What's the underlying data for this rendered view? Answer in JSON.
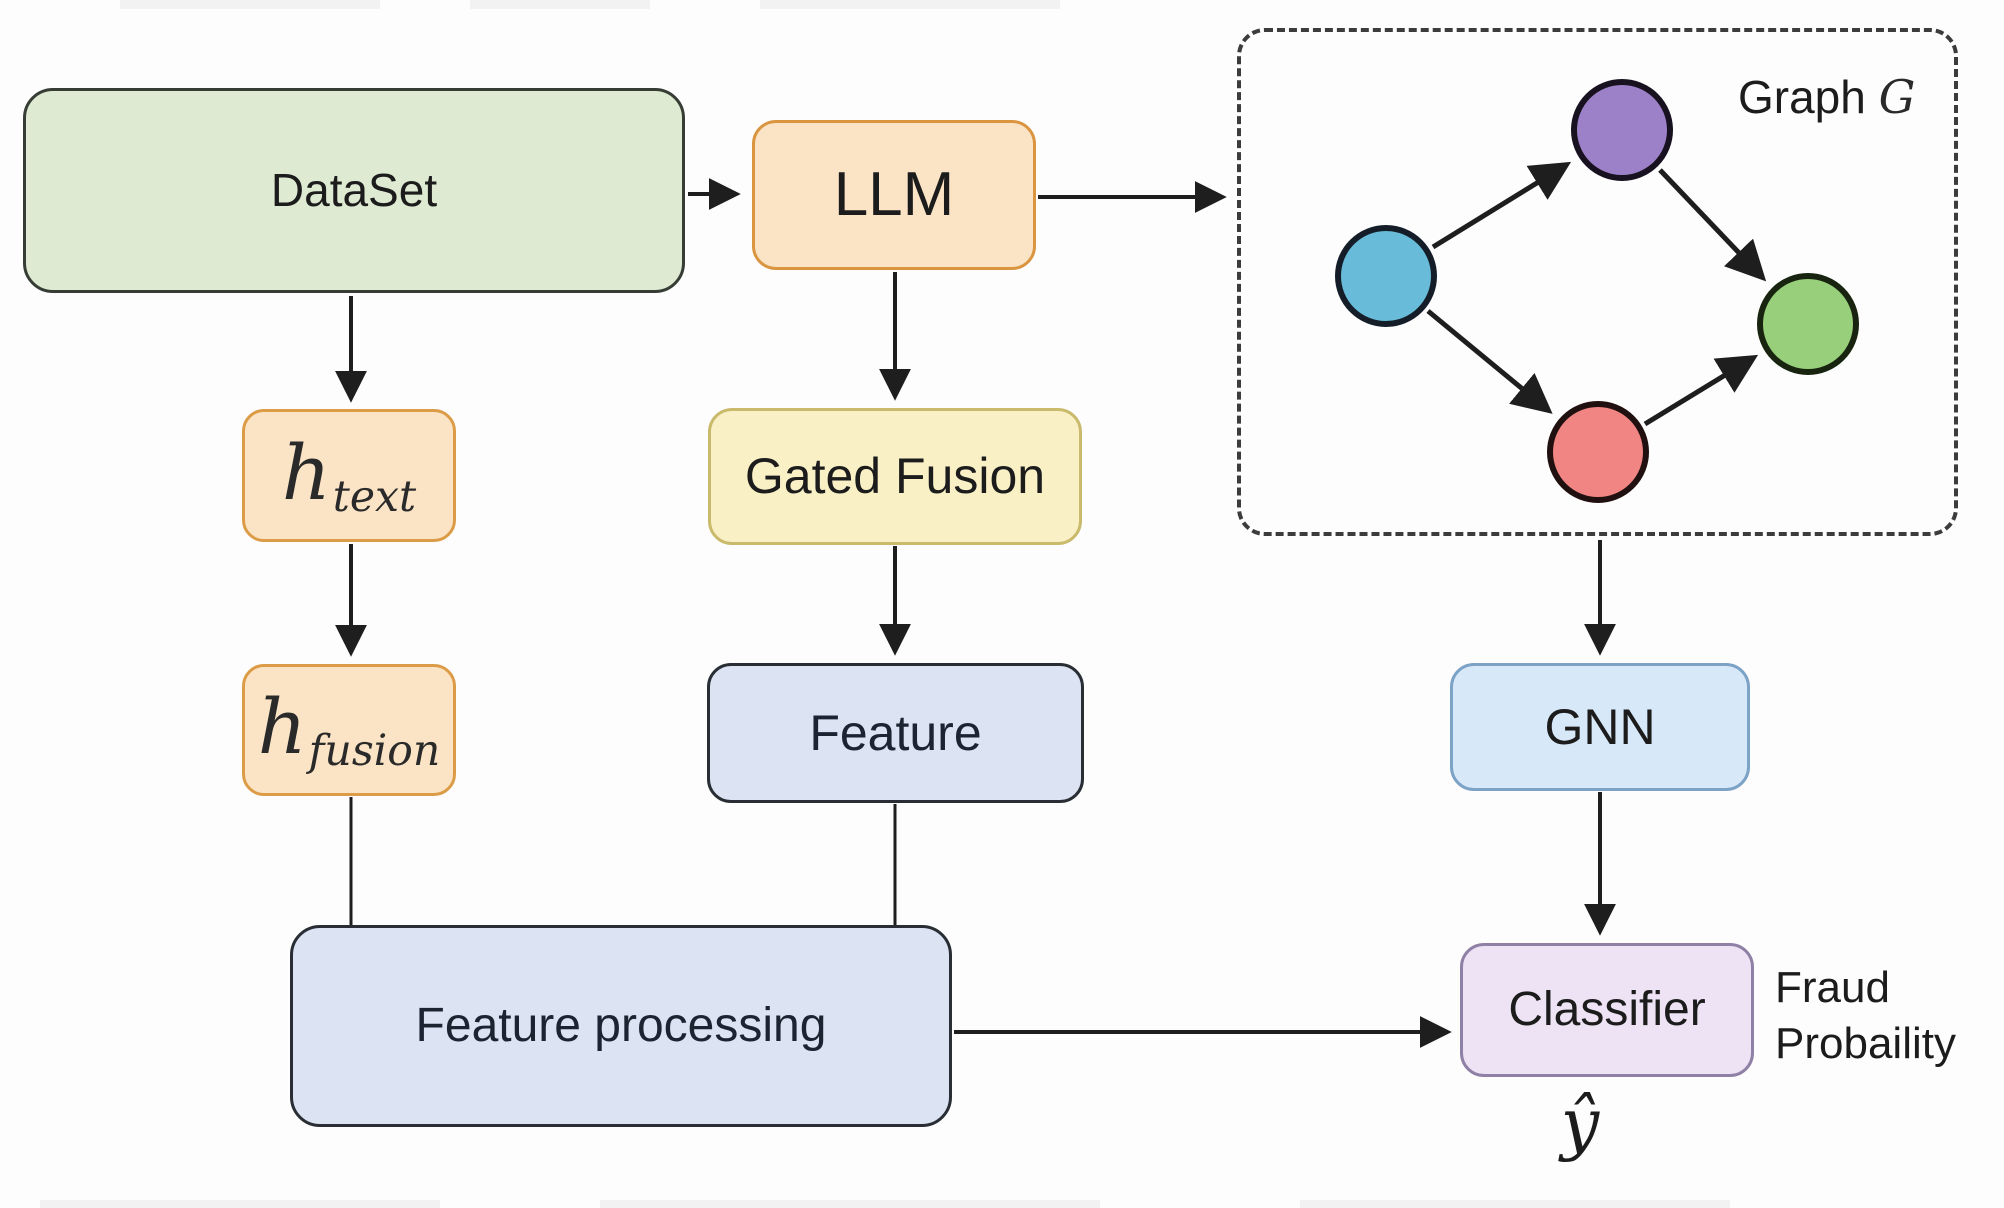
{
  "diagram": {
    "boxes": {
      "dataset": "DataSet",
      "llm": "LLM",
      "h_text": {
        "base": "h",
        "sub": "text"
      },
      "gated_fusion": "Gated Fusion",
      "h_fusion": {
        "base": "h",
        "sub": "fusion"
      },
      "feature": "Feature",
      "feature_processing": "Feature processing",
      "gnn": "GNN",
      "classifier": "Classifier"
    },
    "graph_panel": {
      "label_text": "Graph ",
      "label_symbol": "G",
      "nodes": [
        {
          "name": "blue-node",
          "color": "#68bcd9"
        },
        {
          "name": "purple-node",
          "color": "#9d81c8"
        },
        {
          "name": "red-node",
          "color": "#f08583"
        },
        {
          "name": "green-node",
          "color": "#98cf7a"
        }
      ],
      "edges": [
        "blue-node -> purple-node",
        "blue-node -> red-node",
        "purple-node -> green-node",
        "red-node -> green-node"
      ]
    },
    "outputs": {
      "classifier_label_line1": "Fraud",
      "classifier_label_line2": "Probaility",
      "prediction_symbol": "ŷ"
    },
    "colors": {
      "dataset_fill": "#deebd2",
      "orange_fill": "#fbe4c5",
      "orange_border": "#dc9c47",
      "yellow_fill": "#faf0c6",
      "yellow_border": "#c9ba6c",
      "blue_fill": "#dce3f2",
      "gnn_fill": "#d7e8f8",
      "gnn_border": "#7ca2c6",
      "classifier_fill": "#ede3f4",
      "classifier_border": "#8f80a5",
      "arrow": "#1e1e1e"
    }
  }
}
